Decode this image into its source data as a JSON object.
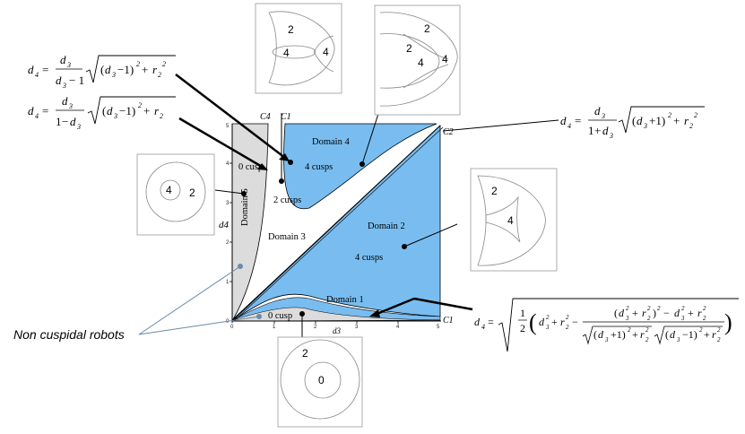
{
  "regions": {
    "domain1": "Domain 1",
    "domain2": "Domain 2",
    "domain3": "Domain 3",
    "domain4": "Domain 4",
    "domain5": "Domain 5",
    "cusps_4_d4": "4 cusps",
    "cusps_4_d2": "4 cusps",
    "cusps_2": "2 cusps",
    "cusp_0_top": "0 cusp",
    "cusp_0_bottom": "0 cusp"
  },
  "curves": {
    "c4": "C4",
    "c1": "C1",
    "c2": "C2",
    "c1_right": "C1"
  },
  "axes": {
    "ylabel": "d4",
    "xlabel": "d3",
    "x_ticks": [
      "0",
      "1",
      "2",
      "3",
      "4",
      "5"
    ],
    "y_ticks": [
      "0",
      "1",
      "2",
      "3",
      "4",
      "5"
    ]
  },
  "insets": {
    "left": {
      "labels": [
        "4",
        "2"
      ]
    },
    "top_left": {
      "labels": [
        "2",
        "4",
        "4"
      ]
    },
    "top_right": {
      "labels": [
        "2",
        "2",
        "4",
        "4"
      ]
    },
    "right": {
      "labels": [
        "2",
        "4"
      ]
    },
    "bottom": {
      "labels": [
        "2",
        "0"
      ]
    }
  },
  "caption": "Non cuspidal robots",
  "colors": {
    "domain_fill": "#79bdf0",
    "cusp0_fill": "#dcdcdc",
    "line": "#000000",
    "pointer": "#6a8aa8"
  }
}
